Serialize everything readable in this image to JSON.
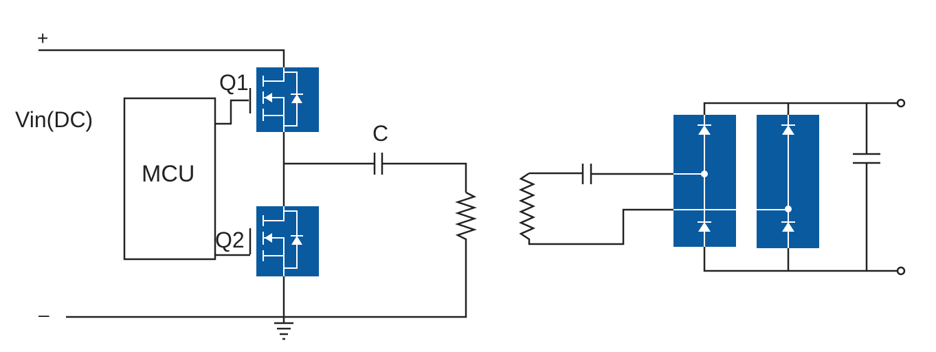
{
  "diagram": {
    "labels": {
      "positive_terminal": "+",
      "negative_terminal": "–",
      "input": "Vin(DC)",
      "controller": "MCU",
      "switch_high": "Q1",
      "switch_low": "Q2",
      "capacitor": "C"
    },
    "colors": {
      "component_fill": "#0a5aa0",
      "wire": "#222222",
      "background": "#ffffff"
    }
  }
}
